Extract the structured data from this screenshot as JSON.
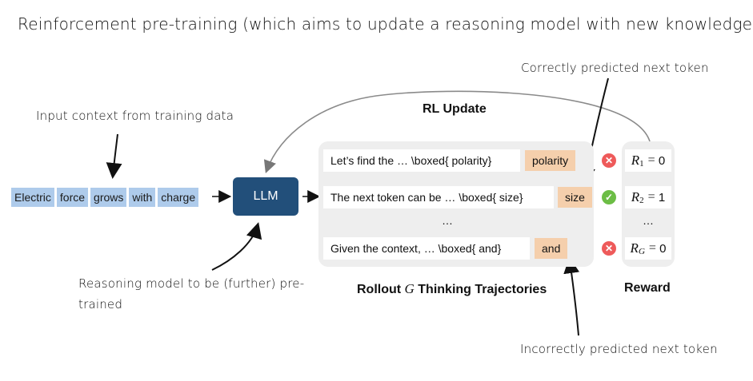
{
  "title": "Reinforcement pre-training (which aims to update a reasoning model with new knowledge)",
  "annotations": {
    "correct": "Correctly predicted next token",
    "input": "Input context from training data",
    "model": "Reasoning model to be (further) pre-trained",
    "incorrect": "Incorrectly predicted next token"
  },
  "rl_update": "RL Update",
  "input_tokens": [
    "Electric",
    "force",
    "grows",
    "with",
    "charge"
  ],
  "llm": "LLM",
  "trajectories": [
    {
      "text": "Let’s find the … \\boxed{ polarity}",
      "prediction": "polarity",
      "status": "incorrect"
    },
    {
      "text": "The next token can be … \\boxed{ size}",
      "prediction": "size",
      "status": "correct"
    },
    {
      "text": "Given the context, … \\boxed{ and}",
      "prediction": "and",
      "status": "incorrect"
    }
  ],
  "ellipsis": "…",
  "rewards": [
    {
      "symbol": "R",
      "sub": "1",
      "value": "0"
    },
    {
      "symbol": "R",
      "sub": "2",
      "value": "1"
    },
    {
      "symbol": "R",
      "sub": "G",
      "value": "0"
    }
  ],
  "rollout_label": {
    "prefix": "Rollout",
    "g": "G",
    "suffix": "Thinking Trajectories"
  },
  "reward_label": "Reward",
  "status_icons": {
    "incorrect": "x-circle-icon",
    "correct": "check-circle-icon"
  },
  "colors": {
    "token_bg": "#aecbeb",
    "llm_bg": "#224f7a",
    "prediction_bg": "#f5cfac",
    "panel_bg": "#eeeeee",
    "incorrect": "#ee5a5a",
    "correct": "#6cbd45"
  }
}
